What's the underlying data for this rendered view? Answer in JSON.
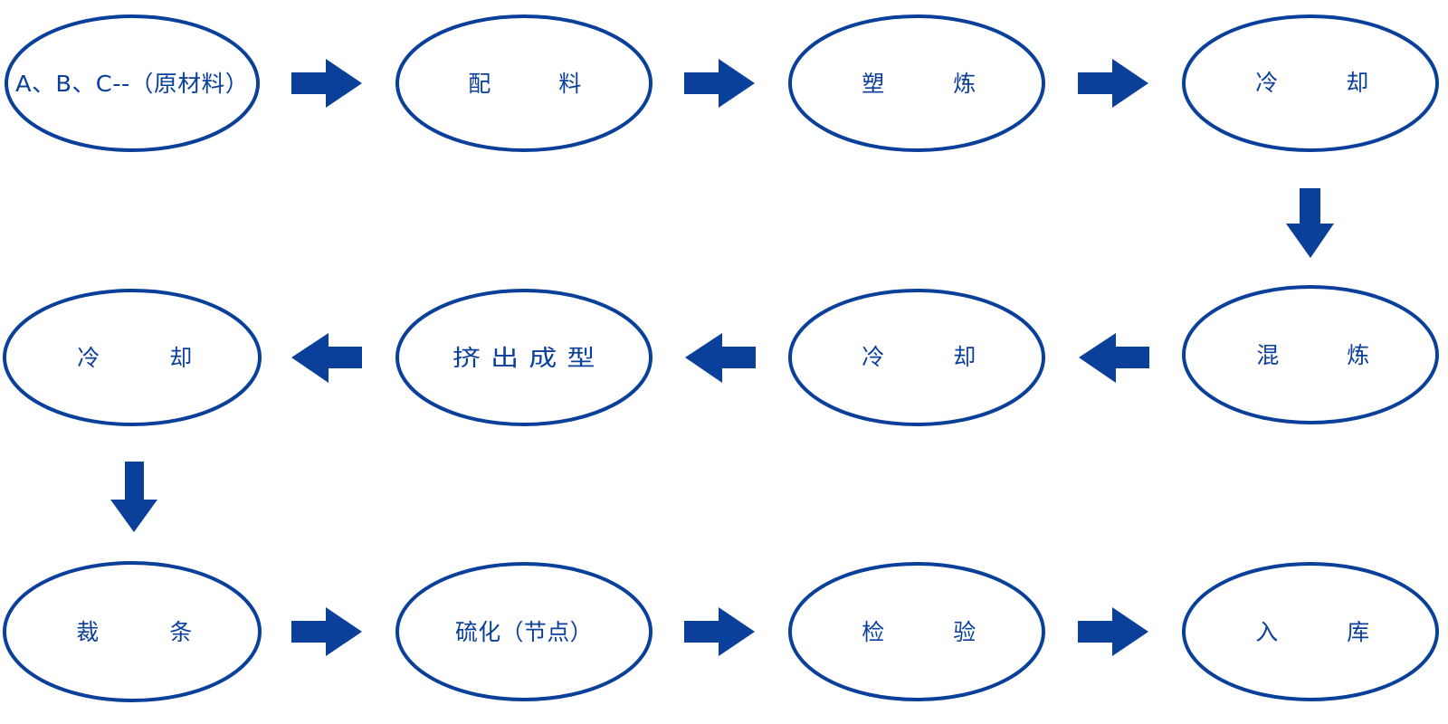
{
  "colors": {
    "accent": "#0a3f9a",
    "background": "#ffffff"
  },
  "nodes": {
    "raw_materials": {
      "label": "A、B、C--（原材料）"
    },
    "mixing": {
      "label_left": "配",
      "label_right": "料"
    },
    "plasticizing": {
      "label_left": "塑",
      "label_right": "炼"
    },
    "cooling_1": {
      "label_left": "冷",
      "label_right": "却"
    },
    "compounding": {
      "label_left": "混",
      "label_right": "炼"
    },
    "cooling_2": {
      "label_left": "冷",
      "label_right": "却"
    },
    "extrusion": {
      "label": "挤 出 成 型"
    },
    "cooling_3": {
      "label_left": "冷",
      "label_right": "却"
    },
    "cutting": {
      "label_left": "裁",
      "label_right": "条"
    },
    "vulcanization": {
      "label": "硫化（节点）"
    },
    "inspection": {
      "label_left": "检",
      "label_right": "验"
    },
    "warehousing": {
      "label_left": "入",
      "label_right": "库"
    }
  },
  "arrows": [
    {
      "from": "raw_materials",
      "to": "mixing",
      "direction": "right"
    },
    {
      "from": "mixing",
      "to": "plasticizing",
      "direction": "right"
    },
    {
      "from": "plasticizing",
      "to": "cooling_1",
      "direction": "right"
    },
    {
      "from": "cooling_1",
      "to": "compounding",
      "direction": "down"
    },
    {
      "from": "compounding",
      "to": "cooling_2",
      "direction": "left"
    },
    {
      "from": "cooling_2",
      "to": "extrusion",
      "direction": "left"
    },
    {
      "from": "extrusion",
      "to": "cooling_3",
      "direction": "left"
    },
    {
      "from": "cooling_3",
      "to": "cutting",
      "direction": "down"
    },
    {
      "from": "cutting",
      "to": "vulcanization",
      "direction": "right"
    },
    {
      "from": "vulcanization",
      "to": "inspection",
      "direction": "right"
    },
    {
      "from": "inspection",
      "to": "warehousing",
      "direction": "right"
    }
  ]
}
